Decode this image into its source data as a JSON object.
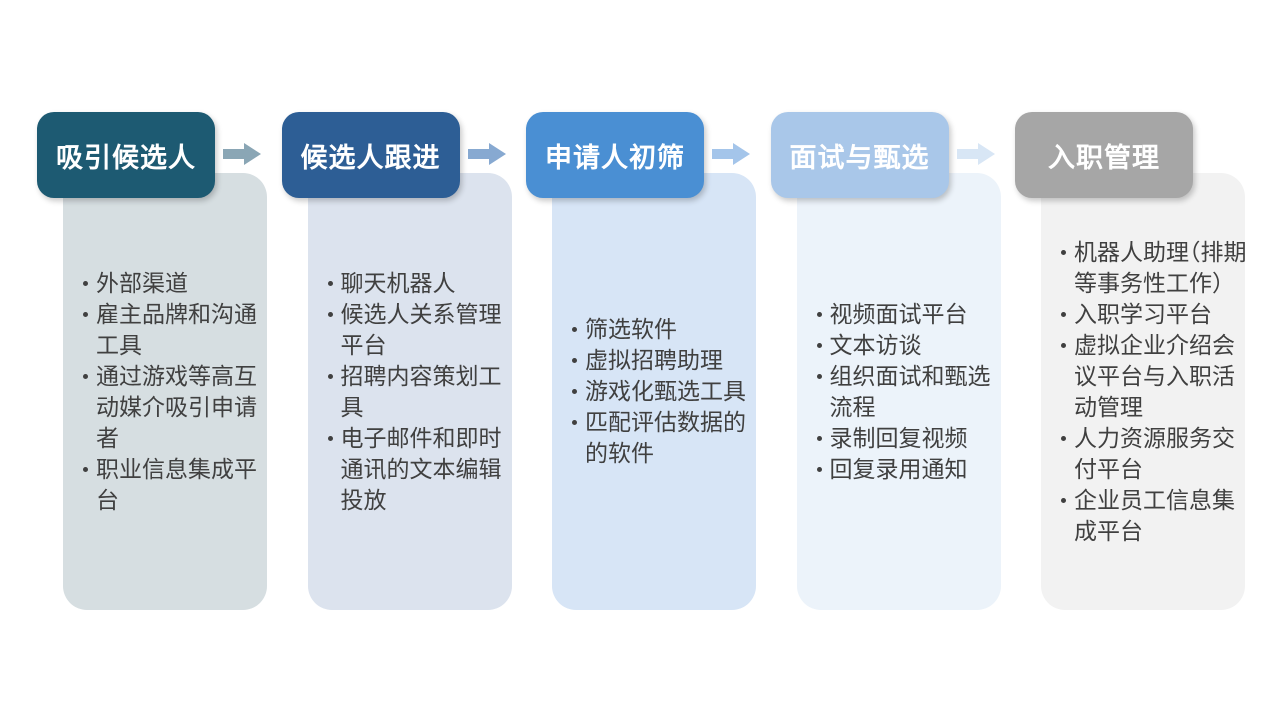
{
  "diagram": {
    "title_color": "#ffffff",
    "text_color": "#404040",
    "background_color": "#ffffff",
    "stages": [
      {
        "title": "吸引候选人",
        "header_color": "#1d5a72",
        "body_color": "#d6dee1",
        "items": [
          "外部渠道",
          "雇主品牌和沟通工具",
          "通过游戏等高互动媒介吸引申请者",
          "职业信息集成平台"
        ]
      },
      {
        "title": "候选人跟进",
        "header_color": "#2d5e95",
        "body_color": "#dce3ee",
        "items": [
          "聊天机器人",
          "候选人关系管理平台",
          "招聘内容策划工具",
          "电子邮件和即时通讯的文本编辑投放"
        ]
      },
      {
        "title": "申请人初筛",
        "header_color": "#4a8fd3",
        "body_color": "#d7e5f6",
        "items": [
          "筛选软件",
          "虚拟招聘助理",
          "游戏化甄选工具",
          "匹配评估数据的的软件"
        ]
      },
      {
        "title": "面试与甄选",
        "header_color": "#a9c7e9",
        "body_color": "#ecf3fa",
        "items": [
          "视频面试平台",
          "文本访谈",
          "组织面试和甄选流程",
          "录制回复视频",
          "回复录用通知"
        ]
      },
      {
        "title": "入职管理",
        "header_color": "#a6a6a6",
        "body_color": "#f2f2f2",
        "items": [
          "机器人助理（排期等事务性工作）",
          "入职学习平台",
          "虚拟企业介绍会议平台与入职活动管理",
          "人力资源服务交付平台",
          "企业员工信息集成平台"
        ]
      }
    ],
    "arrows": [
      {
        "name": "arrow-stage1-stage2",
        "color": "#8aa6b5"
      },
      {
        "name": "arrow-stage2-stage3",
        "color": "#87a9d1"
      },
      {
        "name": "arrow-stage3-stage4",
        "color": "#a4c5ea"
      },
      {
        "name": "arrow-stage4-stage5",
        "color": "#d8e6f5"
      }
    ]
  }
}
